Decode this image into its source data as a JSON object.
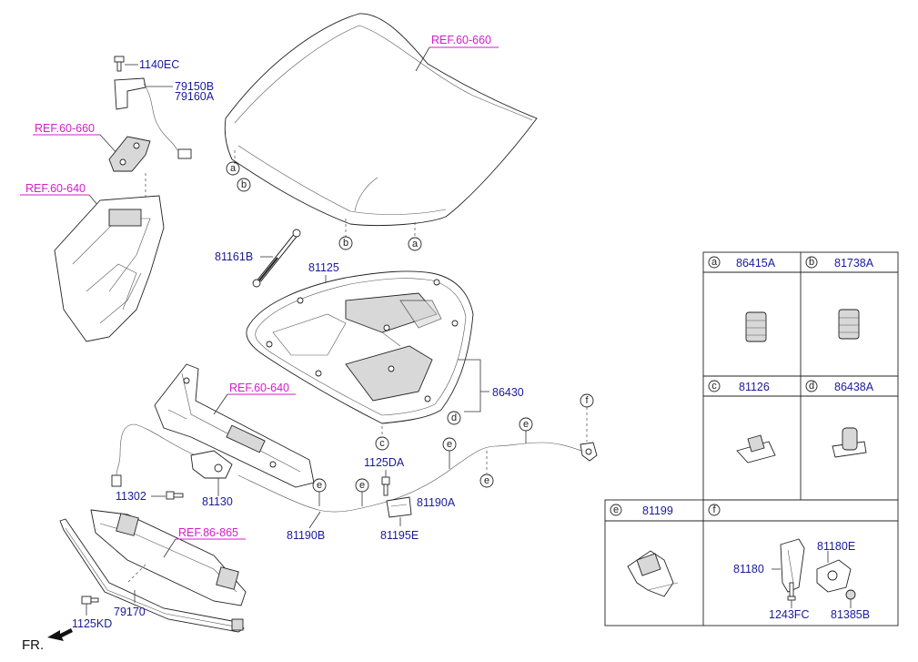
{
  "labels": {
    "p1140EC": "1140EC",
    "p79150B": "79150B",
    "p79160A": "79160A",
    "ref_hood": "REF.60-660",
    "ref_left1": "REF.60-660",
    "ref_left2": "REF.60-640",
    "ref_center": "REF.60-640",
    "ref_bottom": "REF.86-865",
    "p81161B": "81161B",
    "p81125": "81125",
    "p86430": "86430",
    "p1125DA": "1125DA",
    "p81190A": "81190A",
    "p81190B": "81190B",
    "p81195E": "81195E",
    "p11302": "11302",
    "p81130": "81130",
    "p79170": "79170",
    "p1125KD": "1125KD",
    "fr": "FR."
  },
  "callouts": {
    "a": "a",
    "b": "b",
    "c": "c",
    "d": "d",
    "e": "e",
    "f": "f"
  },
  "table": {
    "a_code": "86415A",
    "b_code": "81738A",
    "c_code": "81126",
    "d_code": "86438A",
    "e_code": "81199",
    "f_81180E": "81180E",
    "f_81180": "81180",
    "f_1243FC": "1243FC",
    "f_81385B": "81385B"
  }
}
